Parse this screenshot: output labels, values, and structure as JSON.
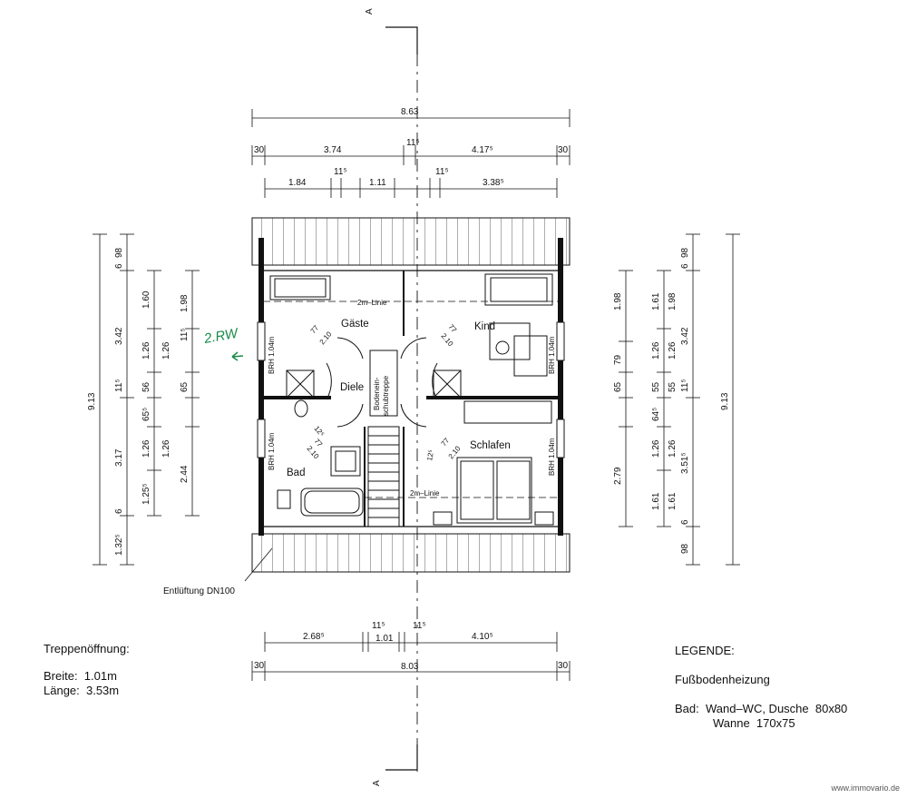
{
  "section": {
    "mark_top": "A",
    "mark_bottom": "A"
  },
  "dims_top": {
    "overall": "8.63",
    "left_wall": "30",
    "w1": "3.74",
    "mid_wall": "11⁵",
    "w2": "4.17⁵",
    "right_wall": "30",
    "r3a": "1.84",
    "r3b": "11⁵",
    "r3c": "1.11",
    "r3d": "11⁵",
    "r3e": "3.38⁵"
  },
  "dims_left": {
    "overall": "9.13",
    "a1": "6",
    "a2": "98",
    "a3": "3.42",
    "a4": "11⁵",
    "a5": "3.17",
    "a6": "6",
    "a7": "1.32⁵",
    "b1": "1.60",
    "b2": "1.26",
    "b3": "56",
    "b4": "65⁵",
    "b5": "1.26",
    "b6": "1.25⁵",
    "c1": "1.98",
    "c2": "11⁵",
    "c3": "1.26",
    "c4": "65",
    "c5": "1.26",
    "c6": "2.44"
  },
  "dims_right": {
    "overall": "9.13",
    "a1": "6",
    "a2": "98",
    "a3": "3.42",
    "a4": "11⁵",
    "a5": "3.51⁵",
    "a6": "6",
    "a7": "98",
    "b1": "1.61",
    "b2": "1.26",
    "b3": "55",
    "b4": "64⁵",
    "b5": "1.26",
    "b6": "1.61",
    "c1": "1.98",
    "c2": "1.26",
    "c3": "55",
    "c4": "1.26",
    "c5": "1.61",
    "d1": "79",
    "d2": "65",
    "d3": "2.79"
  },
  "dims_bottom": {
    "overall": "8.03",
    "left_wall": "30",
    "right_wall": "30",
    "w1": "2.68⁵",
    "m1": "11⁵",
    "stair": "1.01",
    "m2": "11⁵",
    "w2": "4.10⁵"
  },
  "rooms": {
    "gaeste": "Gäste",
    "kind": "Kind",
    "diele": "Diele",
    "bad": "Bad",
    "schlafen": "Schlafen"
  },
  "labels": {
    "linie_top": "2m–Linie",
    "linie_bottom": "2m–Linie",
    "brh1": "BRH 1.04m",
    "brh2": "BRH 1.04m",
    "brh3": "BRH 1.04m",
    "brh4": "BRH 1.04m",
    "stair_line1": "Bodenein-",
    "stair_line2": "schubtreppe",
    "door_w": "77",
    "door_h": "2.10",
    "door_small1": "12⁵",
    "door_small2": "12⁵",
    "handwritten": "2.RW"
  },
  "vent": "Entlüftung DN100",
  "treppe": {
    "title": "Treppenöffnung:",
    "breite": "Breite:  1.01m",
    "laenge": "Länge:  3.53m"
  },
  "legende": {
    "title": "LEGENDE:",
    "heating": "Fußbodenheizung",
    "bad_line1": "Bad:  Wand–WC, Dusche  80x80",
    "bad_line2": "Wanne  170x75"
  },
  "watermark": "www.immovario.de"
}
